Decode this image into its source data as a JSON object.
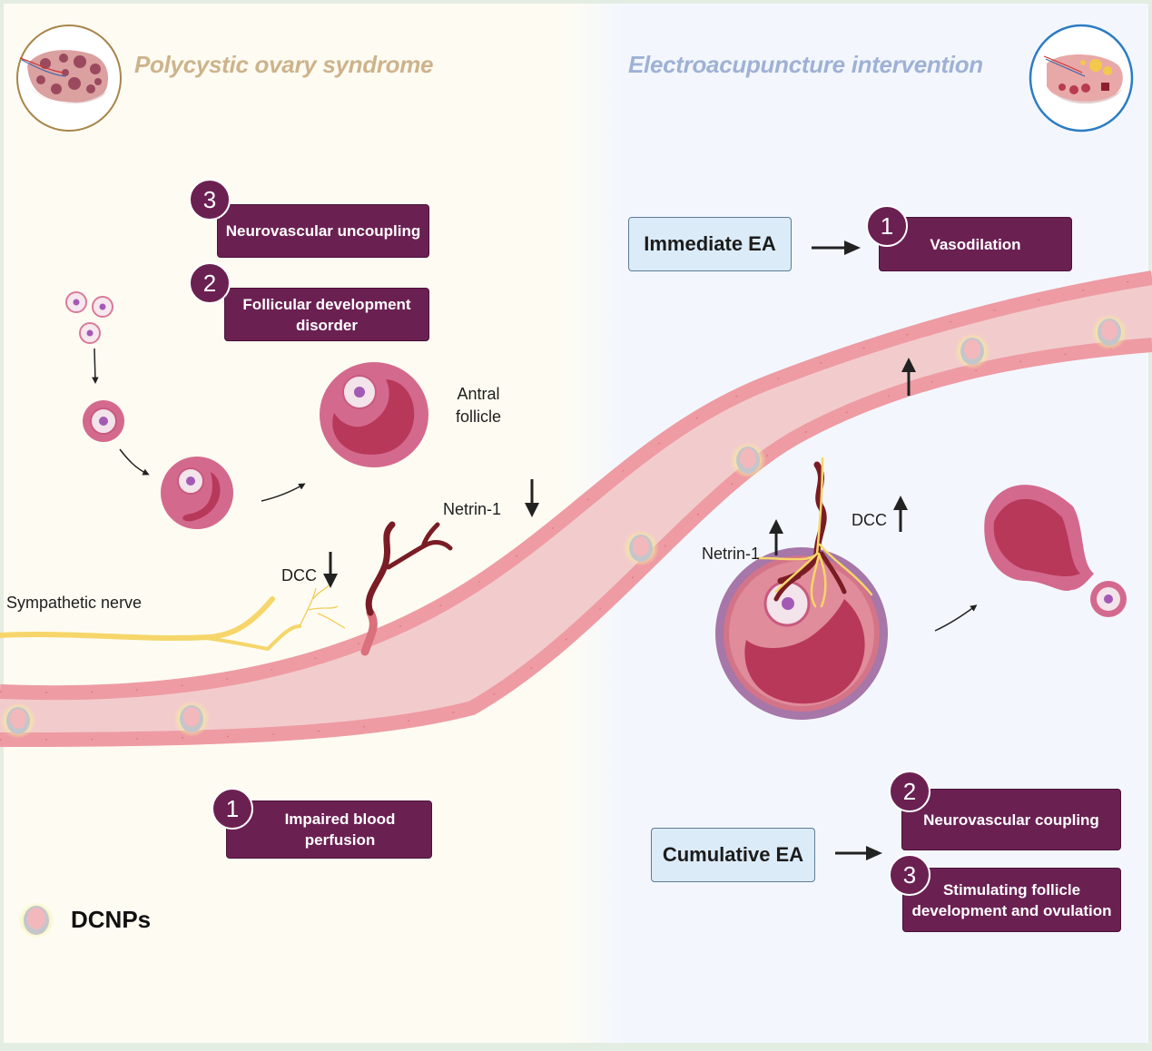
{
  "colors": {
    "left_bg": "#fefcf2",
    "right_bg": "#f3f7fd",
    "outcome_box": "#6b2052",
    "ea_box": "#dcebf8",
    "vessel_wall": "#f2a0a8",
    "vessel_lumen": "#f2cccc",
    "nerve": "#f6d66a",
    "follicle": "#d4698e",
    "follicle_antrum": "#b8385a",
    "left_title": "#cdb38c",
    "right_title": "#9fb1d4"
  },
  "left_panel": {
    "title": "Polycystic ovary syndrome",
    "icon": "polycystic-ovary-icon",
    "outcomes": [
      {
        "number": "3",
        "label": "Neurovascular uncoupling"
      },
      {
        "number": "2",
        "label": "Follicular development disorder"
      },
      {
        "number": "1",
        "label": "Impaired blood perfusion"
      }
    ],
    "labels": {
      "antral_follicle": "Antral follicle",
      "netrin": "Netrin-1",
      "dcc": "DCC",
      "sympathetic_nerve": "Sympathetic nerve"
    },
    "arrows": {
      "netrin": "down",
      "dcc": "down"
    }
  },
  "right_panel": {
    "title": "Electroacupuncture intervention",
    "icon": "healthy-ovary-icon",
    "immediate": {
      "label": "Immediate EA",
      "outcomes": [
        {
          "number": "1",
          "label": "Vasodilation"
        }
      ]
    },
    "cumulative": {
      "label": "Cumulative EA",
      "outcomes": [
        {
          "number": "2",
          "label": "Neurovascular coupling"
        },
        {
          "number": "3",
          "label": "Stimulating follicle development and ovulation"
        }
      ]
    },
    "labels": {
      "netrin": "Netrin-1",
      "dcc": "DCC"
    },
    "arrows": {
      "netrin": "up",
      "dcc": "up",
      "vessel": "up"
    }
  },
  "legend": {
    "label": "DCNPs",
    "icon": "dcnp-particle-icon"
  }
}
